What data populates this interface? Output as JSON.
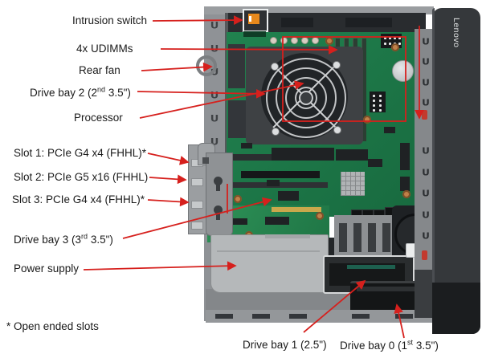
{
  "diagram": {
    "title_implicit": "Computer internal view diagram",
    "chassis_logo": "Lenovo",
    "footnote": "* Open ended slots",
    "callouts": {
      "intrusion_switch": {
        "label": "Intrusion switch"
      },
      "udimms": {
        "label": "4x UDIMMs"
      },
      "rear_fan": {
        "label": "Rear fan"
      },
      "drive_bay_2": {
        "label_pre": "Drive bay 2 (2",
        "label_sup": "nd",
        "label_post": " 3.5\")"
      },
      "processor": {
        "label": "Processor"
      },
      "slot_1": {
        "label": "Slot 1: PCIe G4 x4 (FHHL)*"
      },
      "slot_2": {
        "label": "Slot 2: PCIe G5 x16 (FHHL)"
      },
      "slot_3": {
        "label": "Slot 3: PCIe G4 x4 (FHHL)*"
      },
      "drive_bay_3": {
        "label_pre": "Drive bay 3 (3",
        "label_sup": "rd",
        "label_post": " 3.5\")"
      },
      "power_supply": {
        "label": "Power supply"
      },
      "drive_bay_1": {
        "label": "Drive bay 1 (2.5\")"
      },
      "drive_bay_0": {
        "label_pre": "Drive bay 0 (1",
        "label_sup": "st",
        "label_post": " 3.5\")"
      }
    },
    "colors": {
      "callout_red": "#d6201d",
      "board_green": "#1e7b4a",
      "chassis_gray": "#8f9296",
      "bezel_dark": "#35383b",
      "psu_gray": "#b5b8ba"
    }
  }
}
